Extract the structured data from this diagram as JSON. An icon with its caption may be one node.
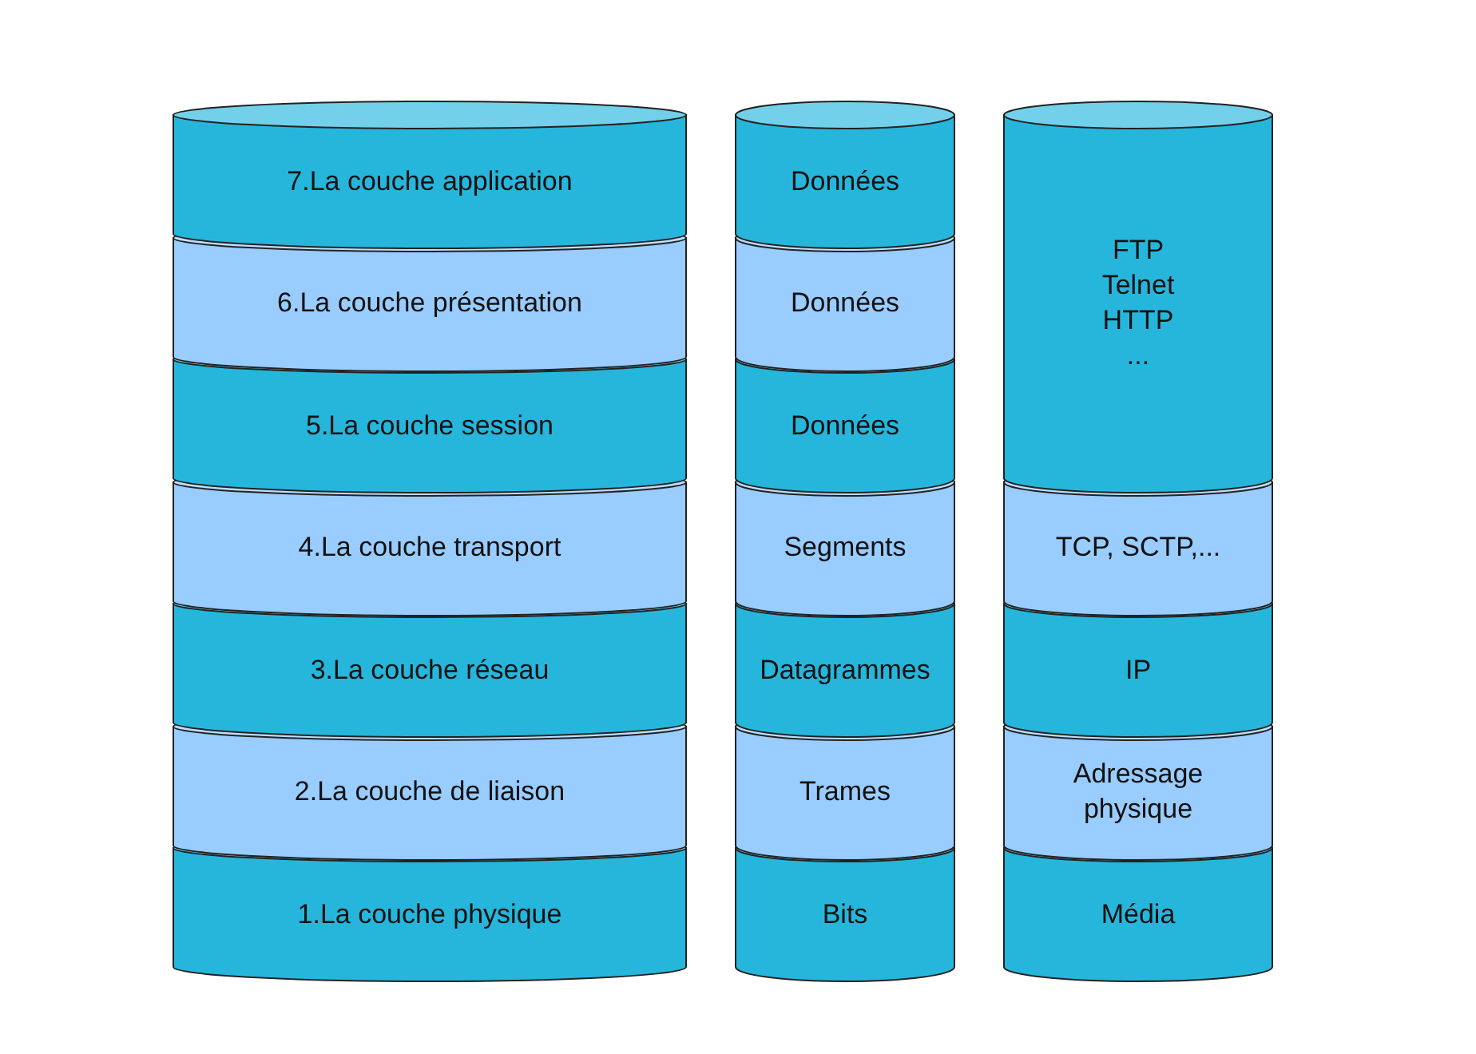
{
  "diagram": {
    "nodes": [
      {
        "text": [
          "7.La couche application"
        ]
      },
      {
        "text": [
          "6.La couche présentation"
        ]
      },
      {
        "text": [
          "5.La couche session"
        ]
      },
      {
        "text": [
          "4.La couche transport"
        ]
      },
      {
        "text": [
          "3.La couche réseau"
        ]
      },
      {
        "text": [
          "2.La couche de liaison"
        ]
      },
      {
        "text": [
          "1.La couche physique"
        ]
      },
      {
        "text": [
          "Données"
        ]
      },
      {
        "text": [
          "Données"
        ]
      },
      {
        "text": [
          "Données"
        ]
      },
      {
        "text": [
          "Segments"
        ]
      },
      {
        "text": [
          "Datagrammes"
        ]
      },
      {
        "text": [
          "Trames"
        ]
      },
      {
        "text": [
          "Bits"
        ]
      },
      {
        "text": [
          "FTP Telnet HTTP ..."
        ]
      },
      {
        "text": [
          "TCP, SCTP,..."
        ]
      },
      {
        "text": [
          "IP"
        ]
      },
      {
        "text": [
          "Adressage physique"
        ]
      },
      {
        "text": [
          "Média"
        ]
      }
    ]
  }
}
